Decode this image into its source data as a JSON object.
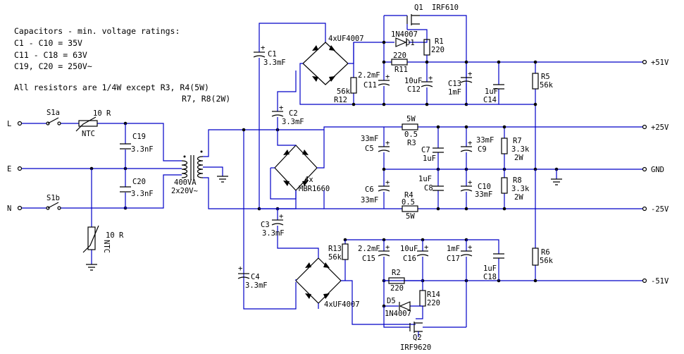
{
  "notes": {
    "line1": "Capacitors - min. voltage ratings:",
    "line2": "C1  - C10 = 35V",
    "line3": "C11 - C18 = 63V",
    "line4": "C19, C20 = 250V~",
    "line5": "All resistors are 1/4W except R3, R4(5W)",
    "line6": "R7, R8(2W)"
  },
  "inputs": {
    "l": "L",
    "e": "E",
    "n": "N"
  },
  "switches": {
    "s1a": "S1a",
    "s1b": "S1b"
  },
  "ntc_top": {
    "value": "10 R",
    "name": "NTC"
  },
  "ntc_bottom": {
    "value": "10 R",
    "name": "NTC"
  },
  "c19": {
    "name": "C19",
    "value": "3.3nF"
  },
  "c20": {
    "name": "C20",
    "value": "3.3nF"
  },
  "transformer": {
    "rating": "400VA",
    "secondary": "2x20V~"
  },
  "c1": {
    "name": "C1",
    "value": "3.3mF"
  },
  "c2": {
    "name": "C2",
    "value": "3.3mF"
  },
  "c3": {
    "name": "C3",
    "value": "3.3mF"
  },
  "c4": {
    "name": "C4",
    "value": "3.3mF"
  },
  "bridge_top": "4xUF4007",
  "bridge_mid": {
    "count": "4x",
    "part": "MBR1660"
  },
  "bridge_bot": "4xUF4007",
  "q1": {
    "name": "Q1",
    "part": "IRF610"
  },
  "q2": {
    "name": "Q2",
    "part": "IRF9620"
  },
  "d1": {
    "part": "1N4007",
    "name": "D1"
  },
  "d5": {
    "name": "D5",
    "part": "1N4007"
  },
  "r1": {
    "name": "R1",
    "value": "220"
  },
  "r11": {
    "value": "220",
    "name": "R11"
  },
  "r12": {
    "value": "56k",
    "name": "R12"
  },
  "c11": {
    "value": "2.2mF",
    "name": "C11"
  },
  "c12": {
    "value": "10uF",
    "name": "C12"
  },
  "c13": {
    "name": "C13",
    "value": "1mF"
  },
  "c14": {
    "value": "1uF",
    "name": "C14"
  },
  "r5": {
    "name": "R5",
    "value": "56k"
  },
  "r3": {
    "value": "5W",
    "value2": "0.5",
    "name": "R3"
  },
  "r4": {
    "name": "R4",
    "value": "0.5",
    "value2": "5W"
  },
  "c5": {
    "value": "33mF",
    "name": "C5"
  },
  "c6": {
    "name": "C6",
    "value": "33mF"
  },
  "c7": {
    "name": "C7",
    "value": "1uF"
  },
  "c8": {
    "value": "1uF",
    "name": "C8"
  },
  "c9": {
    "value": "33mF",
    "name": "C9"
  },
  "c10": {
    "name": "C10",
    "value": "33mF"
  },
  "r7": {
    "name": "R7",
    "value": "3.3k",
    "power": "2W"
  },
  "r8": {
    "name": "R8",
    "value": "3.3k",
    "power": "2W"
  },
  "r13": {
    "name": "R13",
    "value": "56k"
  },
  "c15": {
    "value": "2.2mF",
    "name": "C15"
  },
  "c16": {
    "value": "10uF",
    "name": "C16"
  },
  "c17": {
    "value": "1mF",
    "name": "C17"
  },
  "c18": {
    "value": "1uF",
    "name": "C18"
  },
  "r2": {
    "name": "R2",
    "value": "220"
  },
  "r14": {
    "name": "R14",
    "value": "220"
  },
  "r6": {
    "name": "R6",
    "value": "56k"
  },
  "outputs": {
    "p51": "+51V",
    "p25": "+25V",
    "gnd": "GND",
    "n25": "-25V",
    "n51": "-51V"
  }
}
